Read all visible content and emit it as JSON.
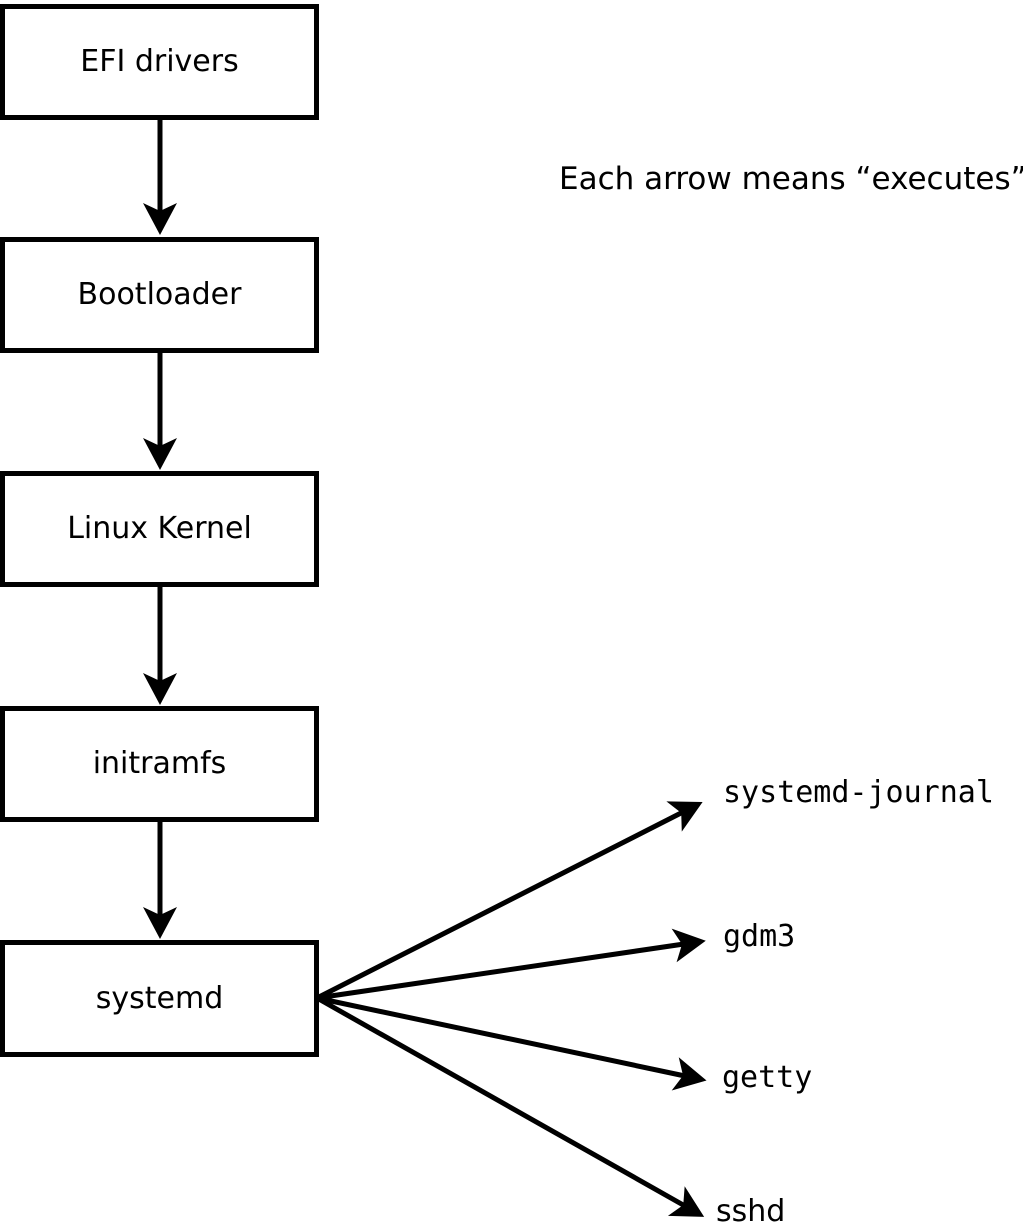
{
  "note": "Each arrow means “executes”.",
  "flow": {
    "boxes": [
      {
        "label": "EFI drivers"
      },
      {
        "label": "Bootloader"
      },
      {
        "label": "Linux Kernel"
      },
      {
        "label": "initramfs"
      },
      {
        "label": "systemd"
      }
    ]
  },
  "targets": [
    {
      "label": "systemd-journal"
    },
    {
      "label": "gdm3"
    },
    {
      "label": "getty"
    },
    {
      "label": "sshd"
    }
  ],
  "colors": {
    "stroke": "#000000",
    "background": "#ffffff",
    "box_fill": "#ffffff"
  }
}
